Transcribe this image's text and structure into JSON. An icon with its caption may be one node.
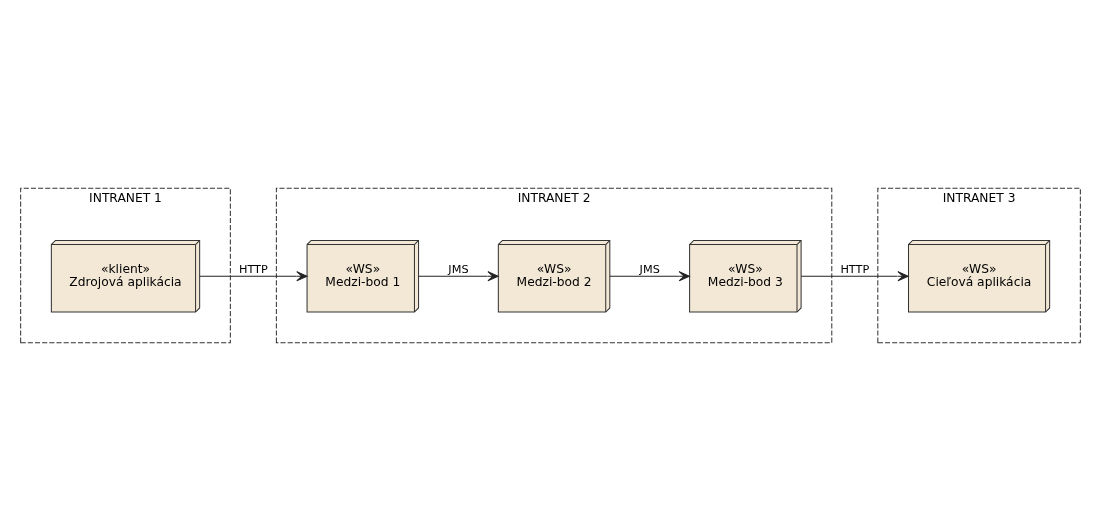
{
  "diagram": {
    "nodes": [
      {
        "text": [
          "INTRANET 1"
        ]
      },
      {
        "text": [
          "«klient»",
          "Zdrojová aplikácia"
        ],
        "in": 0
      },
      {
        "text": [
          "INTRANET 2"
        ]
      },
      {
        "text": [
          "«WS»",
          "Medzi-bod 1"
        ],
        "in": 2
      },
      {
        "text": [
          "«WS»",
          "Medzi-bod 3"
        ],
        "in": 2
      },
      {
        "text": [
          "«WS»",
          "Medzi-bod 2"
        ],
        "in": 2
      },
      {
        "text": [
          "INTRANET 3"
        ]
      },
      {
        "text": [
          "«WS»",
          "Cieľová aplikácia"
        ],
        "in": 6
      }
    ],
    "edges": [
      {
        "from": 1,
        "to": 3,
        "arrow": "to",
        "label": "HTTP"
      },
      {
        "from": 3,
        "to": 5,
        "arrow": "to",
        "label": "JMS"
      },
      {
        "from": 5,
        "to": 4,
        "arrow": "to",
        "label": "JMS"
      },
      {
        "from": 4,
        "to": 7,
        "arrow": "to",
        "label": "HTTP"
      }
    ]
  }
}
